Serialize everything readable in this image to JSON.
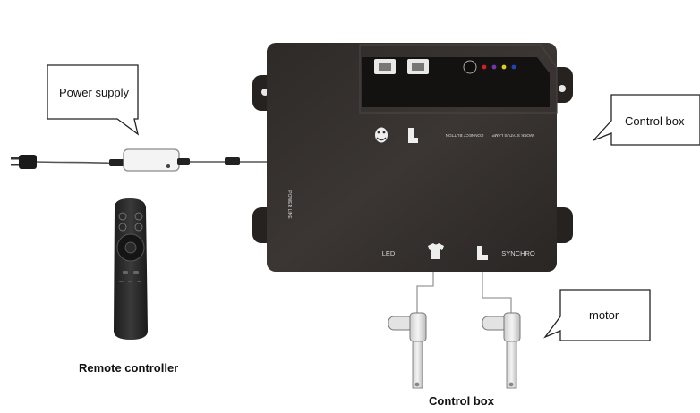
{
  "callouts": {
    "power_supply": "Power supply",
    "control_box": "Control box",
    "motor": "motor"
  },
  "captions": {
    "remote": "Remote controller",
    "control_box": "Control box"
  },
  "box_labels": {
    "connect_button": "CONNECT BUTTON",
    "work_status_lamp": "WORK STATUS LAMP",
    "power_line": "POWER LINE",
    "led": "LED",
    "synchro": "SYNCHRO"
  },
  "status_leds": [
    "#cc2222",
    "#7733aa",
    "#ddcc22",
    "#2244bb"
  ],
  "icons": [
    "plug-icon",
    "adapter-icon",
    "remote-icon",
    "control-box-icon",
    "motor-icon",
    "shirt-icon",
    "boot-icon",
    "egg-icon"
  ]
}
